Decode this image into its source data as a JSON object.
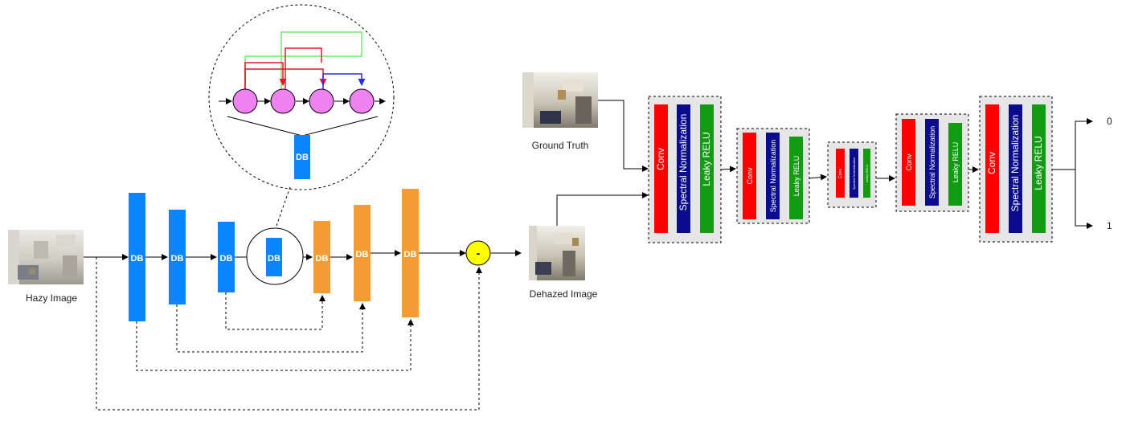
{
  "labels": {
    "hazy_image": "Hazy Image",
    "dehazed_image": "Dehazed Image",
    "ground_truth": "Ground Truth",
    "db": "DB",
    "subtract": "-",
    "output_zero": "0",
    "output_one": "1"
  },
  "layer_labels": {
    "conv": "Conv",
    "spectral_norm": "Spectral Normalization",
    "leaky_relu": "Leaky RELU"
  },
  "colors": {
    "db_blue": "#0a84ff",
    "db_orange": "#f39c33",
    "conv_red": "#ff0000",
    "spectral_navy": "#0b0b8f",
    "leaky_green": "#139b13",
    "subtract_yellow": "#ffff00",
    "node_pink": "#ee82ee",
    "skip_red": "#e8152b",
    "skip_green": "#66ee66",
    "skip_blue": "#2a2aee"
  }
}
